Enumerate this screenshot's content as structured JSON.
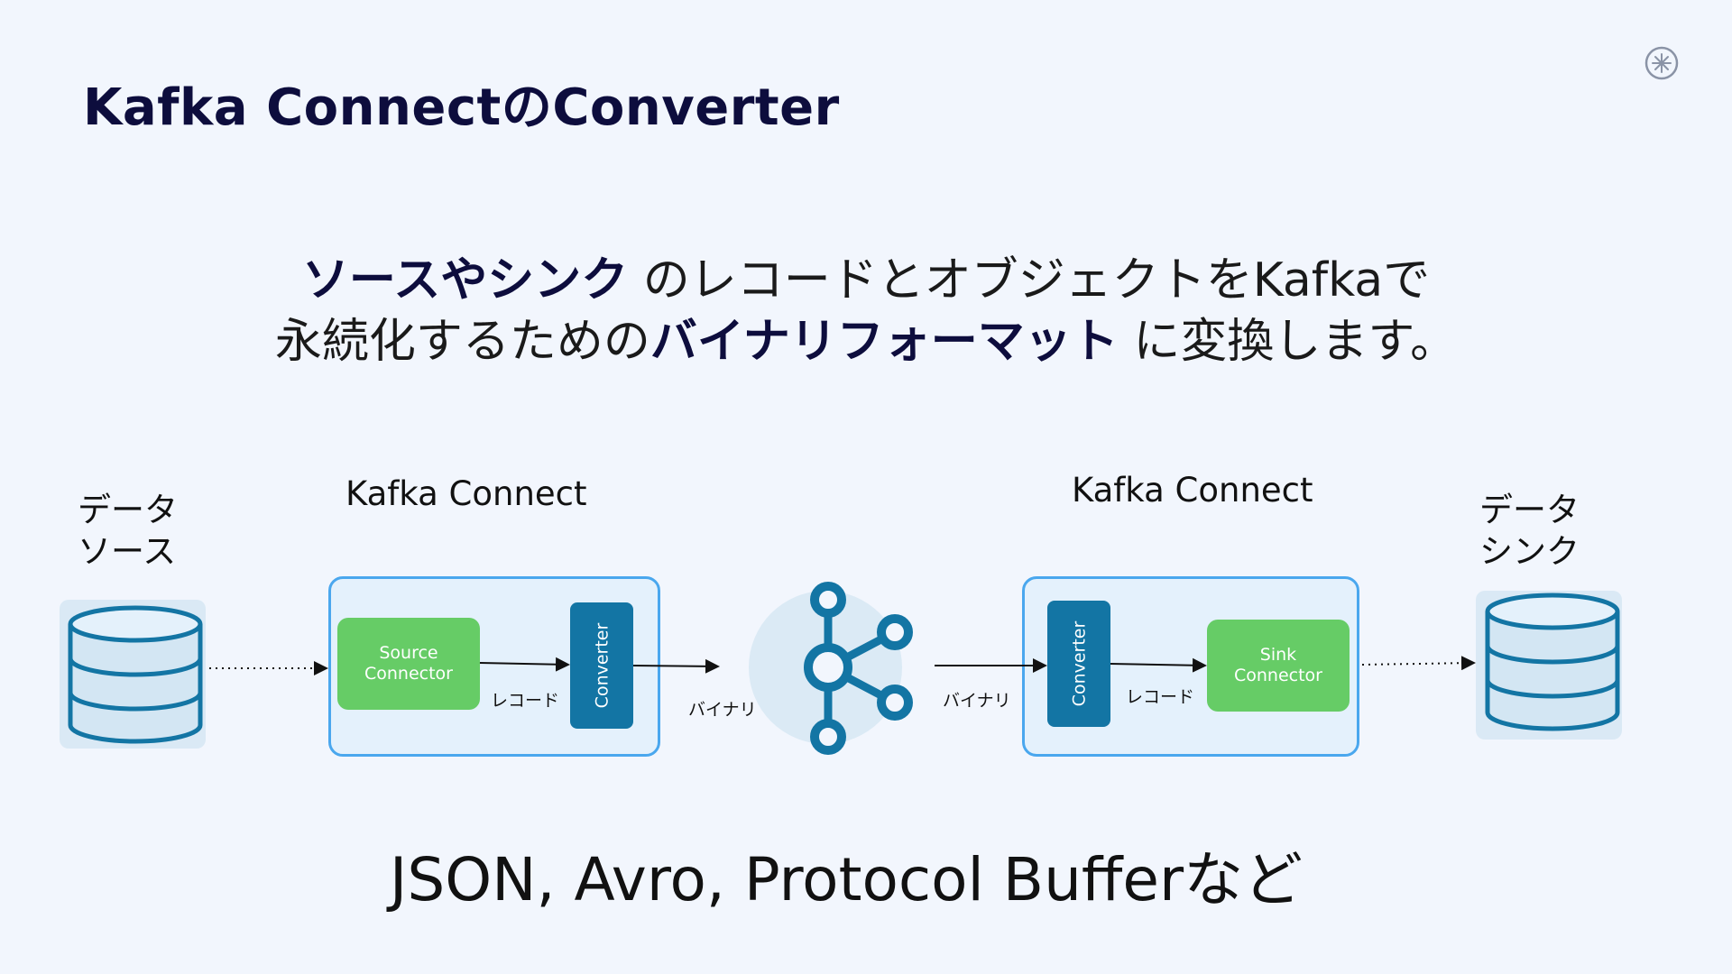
{
  "slide": {
    "title": "Kafka ConnectのConverter",
    "line1_bold": "ソースやシンク",
    "line1_rest": " のレコードとオブジェクトをKafkaで",
    "line2_pre": "永続化するための",
    "line2_bold": "バイナリフォーマット",
    "line2_post": " に変換します。",
    "footer": "JSON, Avro, Protocol Bufferなど"
  },
  "diagram": {
    "source_label_line1": "データ",
    "source_label_line2": "ソース",
    "sink_label_line1": "データ",
    "sink_label_line2": "シンク",
    "connect_left_label": "Kafka Connect",
    "connect_right_label": "Kafka Connect",
    "source_connector_line1": "Source",
    "source_connector_line2": "Connector",
    "sink_connector_line1": "Sink",
    "sink_connector_line2": "Connector",
    "converter_left": "Converter",
    "converter_right": "Converter",
    "record_left": "レコード",
    "record_right": "レコード",
    "binary_left": "バイナリ",
    "binary_right": "バイナリ"
  },
  "colors": {
    "background": "#f2f6fd",
    "connect_border": "#4aa7ee",
    "connect_fill": "#e4f1fc",
    "connector_green": "#66cc66",
    "converter_blue": "#1375a4",
    "database_blue": "#1375a4",
    "kafka_blue": "#1375a4"
  },
  "icons": [
    "confluent-logo-icon",
    "database-icon",
    "kafka-icon"
  ]
}
